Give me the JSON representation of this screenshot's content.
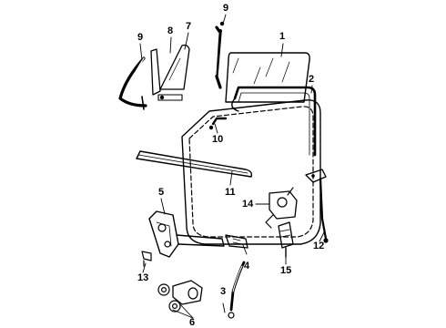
{
  "diagram": {
    "callouts": [
      {
        "key": "c1",
        "text": "1"
      },
      {
        "key": "c2",
        "text": "2"
      },
      {
        "key": "c3",
        "text": "3"
      },
      {
        "key": "c4",
        "text": "4"
      },
      {
        "key": "c5",
        "text": "5"
      },
      {
        "key": "c6",
        "text": "6"
      },
      {
        "key": "c7",
        "text": "7"
      },
      {
        "key": "c8",
        "text": "8"
      },
      {
        "key": "c9a",
        "text": "9"
      },
      {
        "key": "c9b",
        "text": "9"
      },
      {
        "key": "c10",
        "text": "10"
      },
      {
        "key": "c11",
        "text": "11"
      },
      {
        "key": "c12",
        "text": "12"
      },
      {
        "key": "c13",
        "text": "13"
      },
      {
        "key": "c14",
        "text": "14"
      },
      {
        "key": "c15",
        "text": "15"
      }
    ]
  }
}
